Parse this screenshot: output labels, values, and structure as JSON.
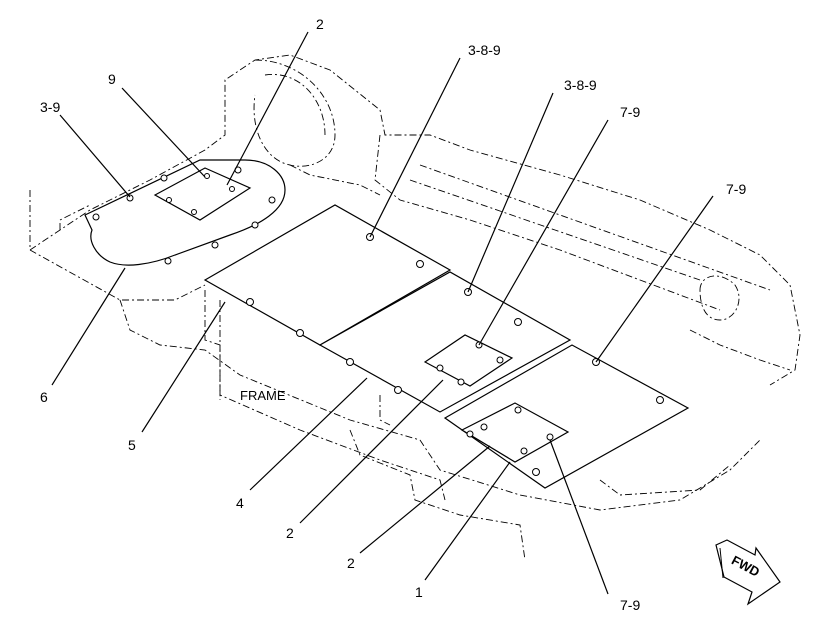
{
  "callouts": [
    {
      "id": "c1",
      "text": "2"
    },
    {
      "id": "c2",
      "text": "9"
    },
    {
      "id": "c3",
      "text": "3-9"
    },
    {
      "id": "c4",
      "text": "3-8-9"
    },
    {
      "id": "c5",
      "text": "3-8-9"
    },
    {
      "id": "c6",
      "text": "7-9"
    },
    {
      "id": "c7",
      "text": "7-9"
    },
    {
      "id": "c8",
      "text": "6"
    },
    {
      "id": "c9",
      "text": "5"
    },
    {
      "id": "c10",
      "text": "4"
    },
    {
      "id": "c11",
      "text": "2"
    },
    {
      "id": "c12",
      "text": "2"
    },
    {
      "id": "c13",
      "text": "1"
    },
    {
      "id": "c14",
      "text": "7-9"
    }
  ],
  "frame_label": "FRAME",
  "direction_label": "FWD"
}
